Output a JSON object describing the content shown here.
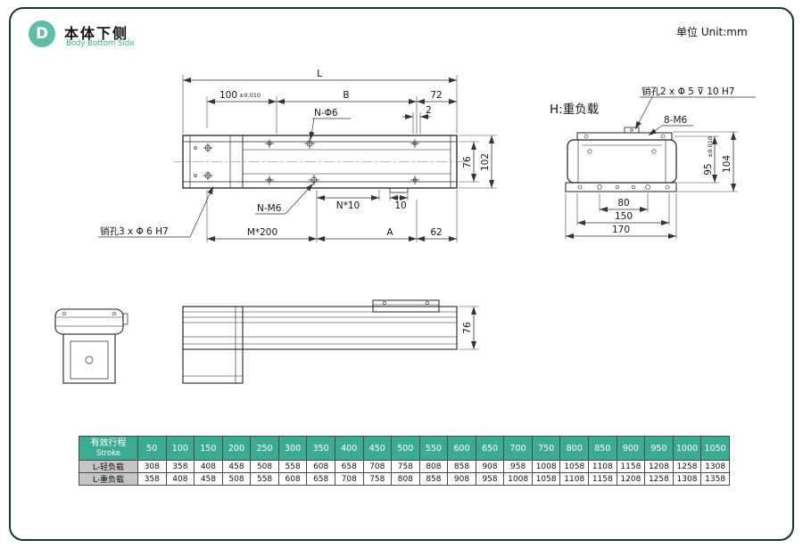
{
  "colors": {
    "accent": "#3cab93",
    "line": "#333333"
  },
  "header": {
    "badge": "D",
    "title": "本体下侧",
    "subtitle": "Body Bottom Side",
    "unit": "单位 Unit:mm"
  },
  "top_view": {
    "dim_L": "L",
    "dim_100": "100",
    "tol_100": "±0.010",
    "dim_B": "B",
    "dim_72": "72",
    "dim_2": "2",
    "callout_n_phi6": "N-Φ6",
    "dim_76": "76",
    "dim_102": "102",
    "callout_n_m6": "N-M6",
    "dim_n10": "N*10",
    "dim_10": "10",
    "callout_pin3": "销孔3 x Φ 6 H7",
    "dim_m200": "M*200",
    "dim_A": "A",
    "dim_62": "62"
  },
  "end_view": {
    "title": "H:重负载",
    "callout_pin2": "销孔2 x Φ 5 ⊽ 10 H7",
    "callout_8m6": "8-M6",
    "dim_80": "80",
    "dim_150": "150",
    "dim_170": "170",
    "dim_95": "95",
    "tol_95": "±0.010",
    "dim_104": "104"
  },
  "side_view": {
    "dim_76": "76"
  },
  "table": {
    "stroke_cn": "有效行程",
    "stroke_en": "Stroke",
    "strokes": [
      "50",
      "100",
      "150",
      "200",
      "250",
      "300",
      "350",
      "400",
      "450",
      "500",
      "550",
      "600",
      "650",
      "700",
      "750",
      "800",
      "850",
      "900",
      "950",
      "1000",
      "1050"
    ],
    "rows": [
      {
        "label": "L-轻负载",
        "values": [
          "308",
          "358",
          "408",
          "458",
          "508",
          "558",
          "608",
          "658",
          "708",
          "758",
          "808",
          "858",
          "908",
          "958",
          "1008",
          "1058",
          "1108",
          "1158",
          "1208",
          "1258",
          "1308"
        ]
      },
      {
        "label": "L-重负载",
        "values": [
          "358",
          "408",
          "458",
          "508",
          "558",
          "608",
          "658",
          "708",
          "758",
          "808",
          "858",
          "908",
          "958",
          "1008",
          "1058",
          "1108",
          "1158",
          "1208",
          "1258",
          "1308",
          "1358"
        ]
      }
    ]
  }
}
